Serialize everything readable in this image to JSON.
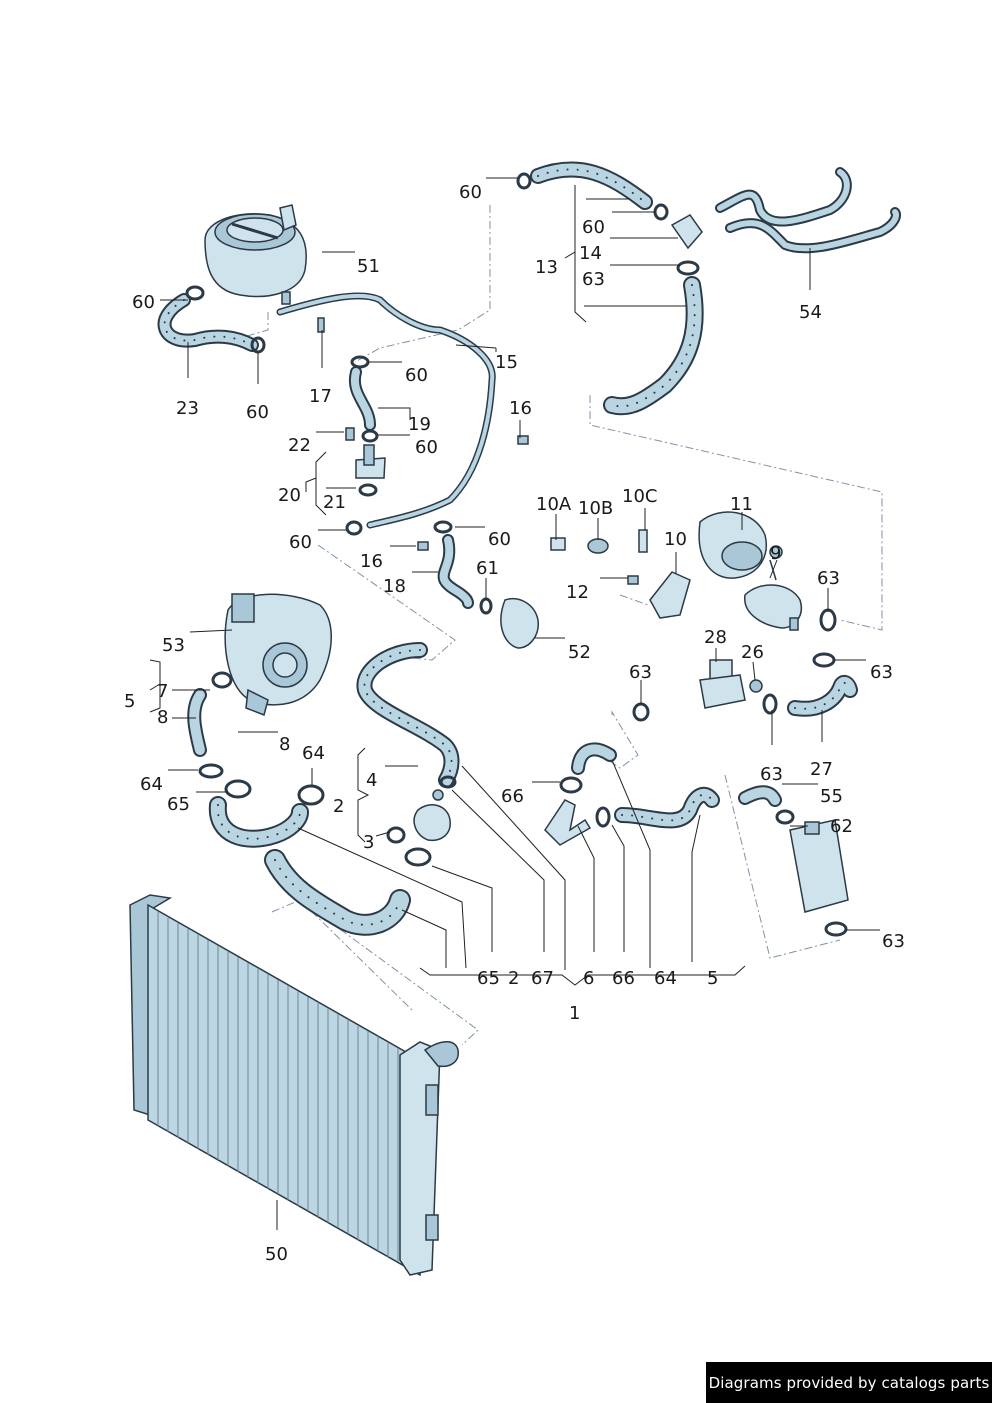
{
  "footer": {
    "credit": "Diagrams provided by catalogs parts"
  },
  "callouts": [
    {
      "id": "c60a",
      "text": "60"
    },
    {
      "id": "c60b",
      "text": "60"
    },
    {
      "id": "c14",
      "text": "14"
    },
    {
      "id": "c13",
      "text": "13"
    },
    {
      "id": "c63a",
      "text": "63"
    },
    {
      "id": "c54",
      "text": "54"
    },
    {
      "id": "c51",
      "text": "51"
    },
    {
      "id": "c60c",
      "text": "60"
    },
    {
      "id": "c23",
      "text": "23"
    },
    {
      "id": "c60d",
      "text": "60"
    },
    {
      "id": "c17",
      "text": "17"
    },
    {
      "id": "c60e",
      "text": "60"
    },
    {
      "id": "c15",
      "text": "15"
    },
    {
      "id": "c19",
      "text": "19"
    },
    {
      "id": "c16a",
      "text": "16"
    },
    {
      "id": "c22",
      "text": "22"
    },
    {
      "id": "c60f",
      "text": "60"
    },
    {
      "id": "c20",
      "text": "20"
    },
    {
      "id": "c21",
      "text": "21"
    },
    {
      "id": "c60g",
      "text": "60"
    },
    {
      "id": "c60h",
      "text": "60"
    },
    {
      "id": "c16b",
      "text": "16"
    },
    {
      "id": "c18",
      "text": "18"
    },
    {
      "id": "c61",
      "text": "61"
    },
    {
      "id": "c10a",
      "text": "10A"
    },
    {
      "id": "c10b",
      "text": "10B"
    },
    {
      "id": "c10c",
      "text": "10C"
    },
    {
      "id": "c11",
      "text": "11"
    },
    {
      "id": "c10",
      "text": "10"
    },
    {
      "id": "c9",
      "text": "9"
    },
    {
      "id": "c12",
      "text": "12"
    },
    {
      "id": "c63b",
      "text": "63"
    },
    {
      "id": "c52",
      "text": "52"
    },
    {
      "id": "c28",
      "text": "28"
    },
    {
      "id": "c26",
      "text": "26"
    },
    {
      "id": "c63c",
      "text": "63"
    },
    {
      "id": "c63d",
      "text": "63"
    },
    {
      "id": "c53",
      "text": "53"
    },
    {
      "id": "c5a",
      "text": "5"
    },
    {
      "id": "c7",
      "text": "7"
    },
    {
      "id": "c8a",
      "text": "8"
    },
    {
      "id": "c8b",
      "text": "8"
    },
    {
      "id": "c64a",
      "text": "64"
    },
    {
      "id": "c4",
      "text": "4"
    },
    {
      "id": "c2a",
      "text": "2"
    },
    {
      "id": "c64b",
      "text": "64"
    },
    {
      "id": "c65a",
      "text": "65"
    },
    {
      "id": "c66a",
      "text": "66"
    },
    {
      "id": "c3",
      "text": "3"
    },
    {
      "id": "c63e",
      "text": "63"
    },
    {
      "id": "c27",
      "text": "27"
    },
    {
      "id": "c55",
      "text": "55"
    },
    {
      "id": "c62",
      "text": "62"
    },
    {
      "id": "c63f",
      "text": "63"
    },
    {
      "id": "c65b",
      "text": "65"
    },
    {
      "id": "c2b",
      "text": "2"
    },
    {
      "id": "c67",
      "text": "67"
    },
    {
      "id": "c6",
      "text": "6"
    },
    {
      "id": "c66b",
      "text": "66"
    },
    {
      "id": "c64c",
      "text": "64"
    },
    {
      "id": "c5b",
      "text": "5"
    },
    {
      "id": "c1",
      "text": "1"
    },
    {
      "id": "c50",
      "text": "50"
    }
  ]
}
